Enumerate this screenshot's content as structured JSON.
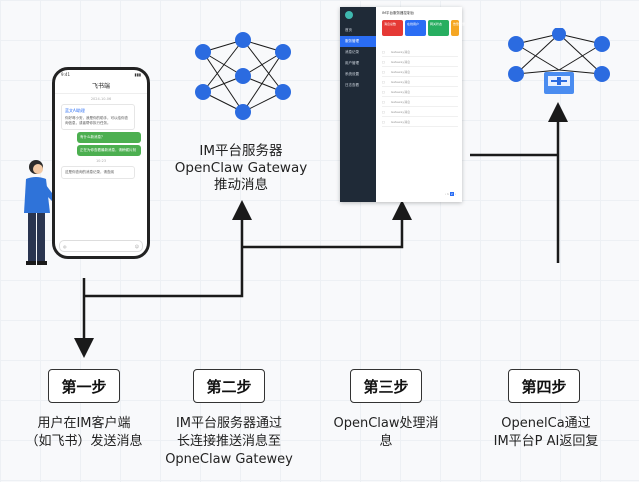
{
  "phone": {
    "time": "9:41",
    "title": "飞书端",
    "date1": "2024-10-06",
    "bot_name": "蓝文AI助理",
    "msg1": "你好呀小安，我是你的助手，可以给你查询信息，或者帮你执行任务。",
    "msg2": "有什么新消息？",
    "msg3": "正在为你查看最新消息，请稍候片刻",
    "date2": "10:23",
    "msg4": "这是你查询的消息记录，请查阅"
  },
  "dashboard": {
    "title": "IM平台服务器控制台",
    "side_items": [
      "首页",
      "服务管理",
      "消息记录",
      "用户管理",
      "系统设置",
      "日志查看"
    ],
    "cards": [
      "消息总数",
      "在线用户",
      "网关状态",
      "告警数量"
    ],
    "rows": [
      "Gateway消息",
      "Gateway消息",
      "Gateway消息",
      "Gateway消息",
      "Gateway消息",
      "Gateway消息",
      "Gateway消息",
      "Gateway消息"
    ]
  },
  "labels": {
    "gateway_push": "IM平台服务器\nOpenClaw Gateway\n推动消息"
  },
  "steps": [
    {
      "title": "第一步",
      "desc": "用户在IM客户端\n（如飞书）发送消息"
    },
    {
      "title": "第二步",
      "desc": "IM平台服务器通过\n长连接推送消息至\nOpneClaw Gatewey"
    },
    {
      "title": "第三步",
      "desc": "OpenClaw处理消息"
    },
    {
      "title": "第四步",
      "desc": "OpenelCa通过\nIM平台P AI返回复"
    }
  ],
  "colors": {
    "node": "#2b6be0",
    "line": "#1a1a1a",
    "card_red": "#e53935",
    "card_blue": "#2a6df4",
    "card_green": "#27ae60",
    "card_orange": "#f5a623"
  }
}
